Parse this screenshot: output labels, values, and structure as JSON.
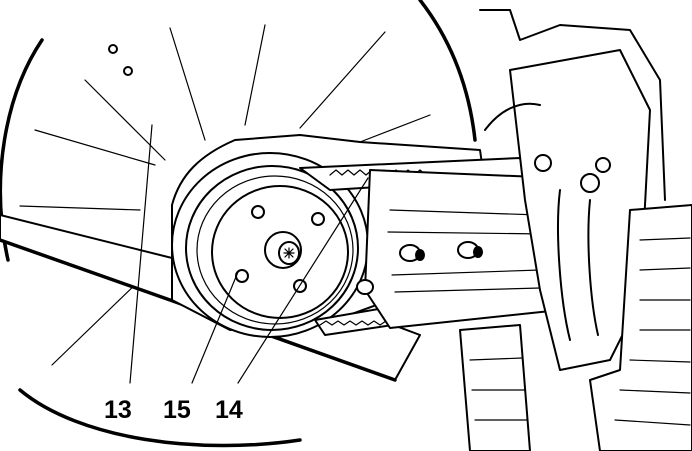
{
  "callouts": [
    {
      "id": "13",
      "label": "13"
    },
    {
      "id": "15",
      "label": "15"
    },
    {
      "id": "14",
      "label": "14"
    }
  ],
  "colors": {
    "line": "#000000",
    "background": "#ffffff"
  }
}
